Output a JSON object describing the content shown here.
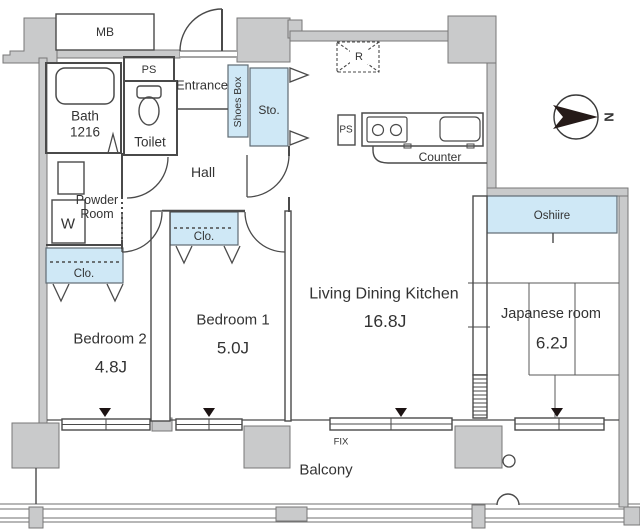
{
  "floorplan": {
    "type": "apartment-floor-plan",
    "colors": {
      "wall_fill": "#c9cacb",
      "closet_fill": "#cfe8f6",
      "line": "#4a4a4a",
      "text": "#333333",
      "marker": "#1c1313"
    },
    "labels": {
      "mb": "MB",
      "ps_bath": "PS",
      "bath": "Bath",
      "bath_size": "1216",
      "toilet": "Toilet",
      "entrance": "Entrance",
      "shoes_box": "Shoes Box",
      "storage": "Sto.",
      "hall": "Hall",
      "powder_line1": "Powder",
      "powder_line2": "Room",
      "washer": "W",
      "closet_bedroom2": "Clo.",
      "closet_bedroom1": "Clo.",
      "fridge": "R",
      "ps_kitchen": "PS",
      "counter": "Counter",
      "ldk": "Living Dining Kitchen",
      "ldk_size": "16.8J",
      "bedroom1": "Bedroom 1",
      "bedroom1_size": "5.0J",
      "bedroom2": "Bedroom 2",
      "bedroom2_size": "4.8J",
      "japanese_room": "Japanese room",
      "japanese_room_size": "6.2J",
      "oshiire": "Oshiire",
      "fix": "FIX",
      "balcony": "Balcony",
      "north": "N"
    }
  }
}
